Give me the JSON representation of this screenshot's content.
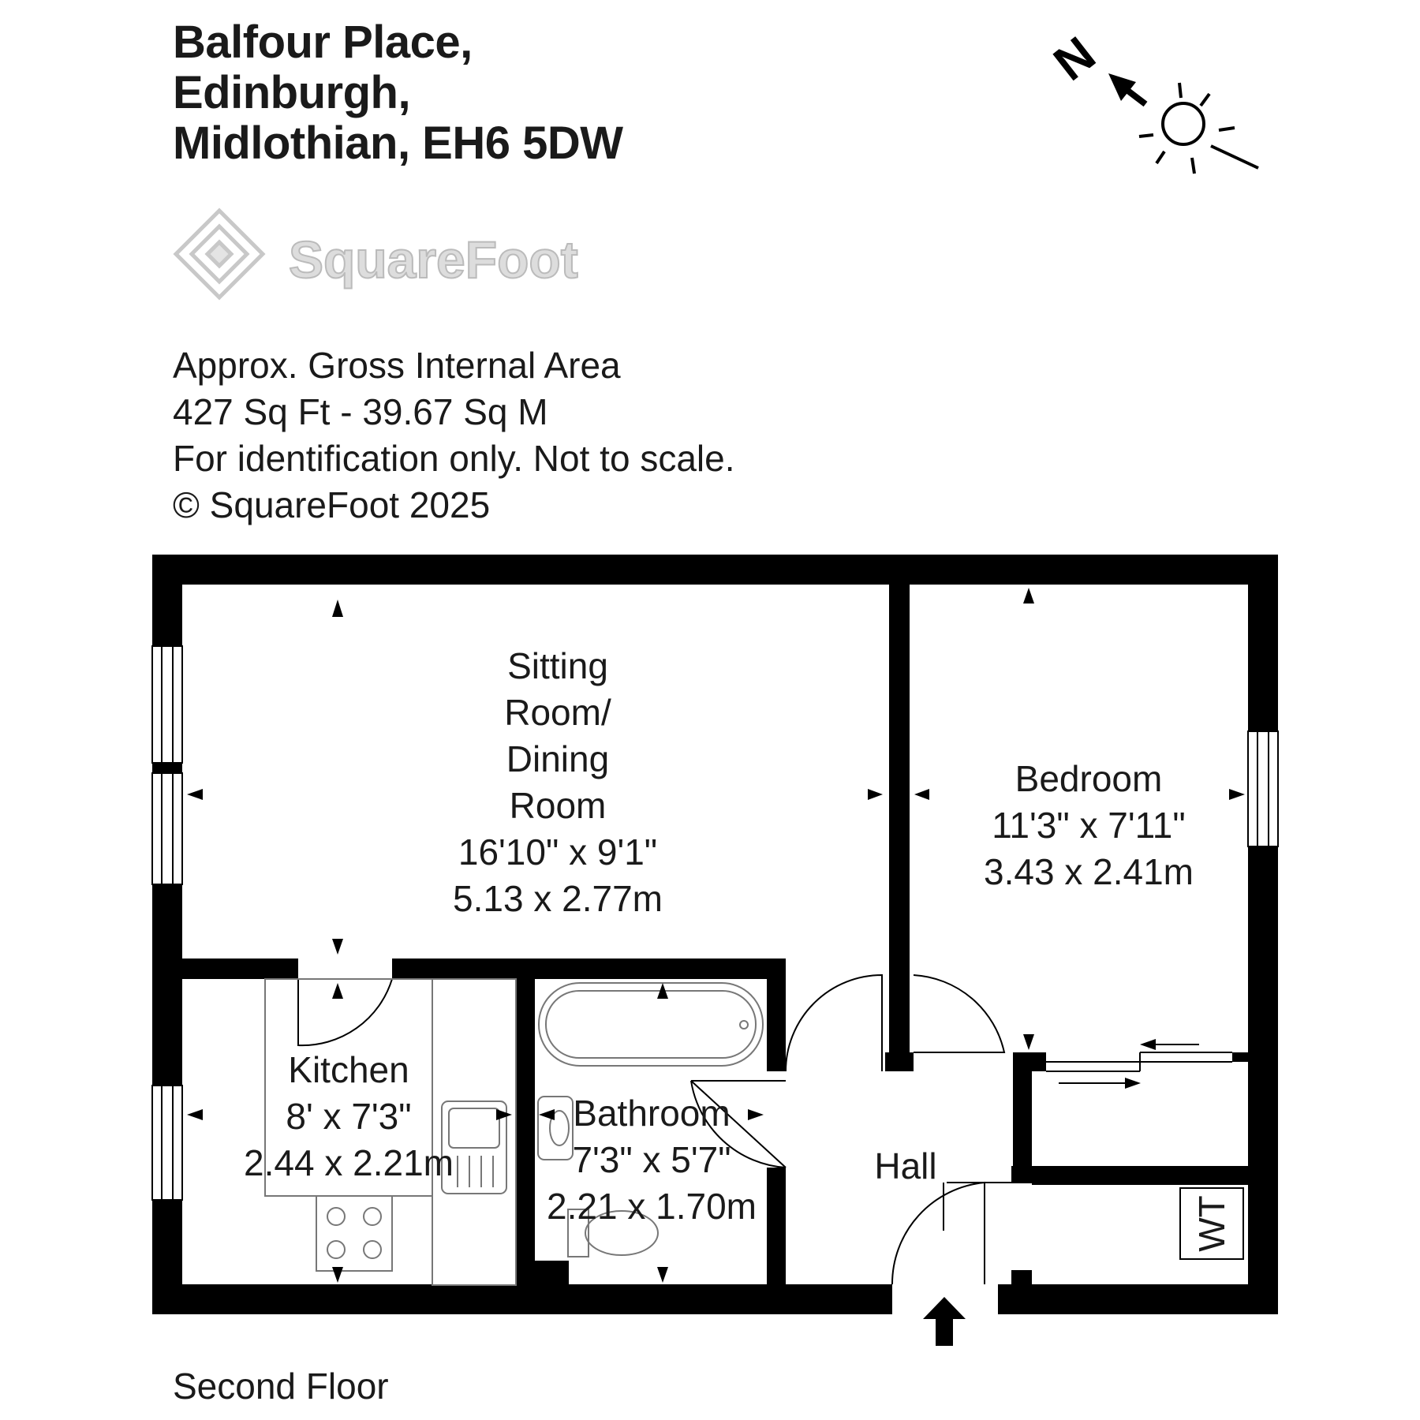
{
  "address": {
    "line1": "Balfour Place,",
    "line2": "Edinburgh,",
    "line3": "Midlothian, EH6 5DW"
  },
  "logo": {
    "brand": "SquareFoot"
  },
  "compass": {
    "north_label": "N"
  },
  "area_info": {
    "line1": "Approx. Gross Internal Area",
    "line2": "427 Sq Ft  -  39.67 Sq M",
    "line3": "For identification only. Not to scale.",
    "line4": "© SquareFoot 2025"
  },
  "rooms": {
    "sitting": {
      "name_line1": "Sitting",
      "name_line2": "Room/",
      "name_line3": "Dining",
      "name_line4": "Room",
      "imperial": "16'10\" x 9'1\"",
      "metric": "5.13 x 2.77m"
    },
    "bedroom": {
      "name": "Bedroom",
      "imperial": "11'3\" x 7'11\"",
      "metric": "3.43 x 2.41m"
    },
    "kitchen": {
      "name": "Kitchen",
      "imperial": "8' x 7'3\"",
      "metric": "2.44 x 2.21m"
    },
    "bathroom": {
      "name": "Bathroom",
      "imperial": "7'3\" x 5'7\"",
      "metric": "2.21 x 1.70m"
    },
    "hall": {
      "name": "Hall"
    },
    "cupboard": {
      "label": "WT"
    }
  },
  "floor": {
    "name": "Second Floor"
  },
  "colors": {
    "wall": "#000000",
    "logo_grey": "#c8c8c8",
    "fixture": "#888888"
  }
}
